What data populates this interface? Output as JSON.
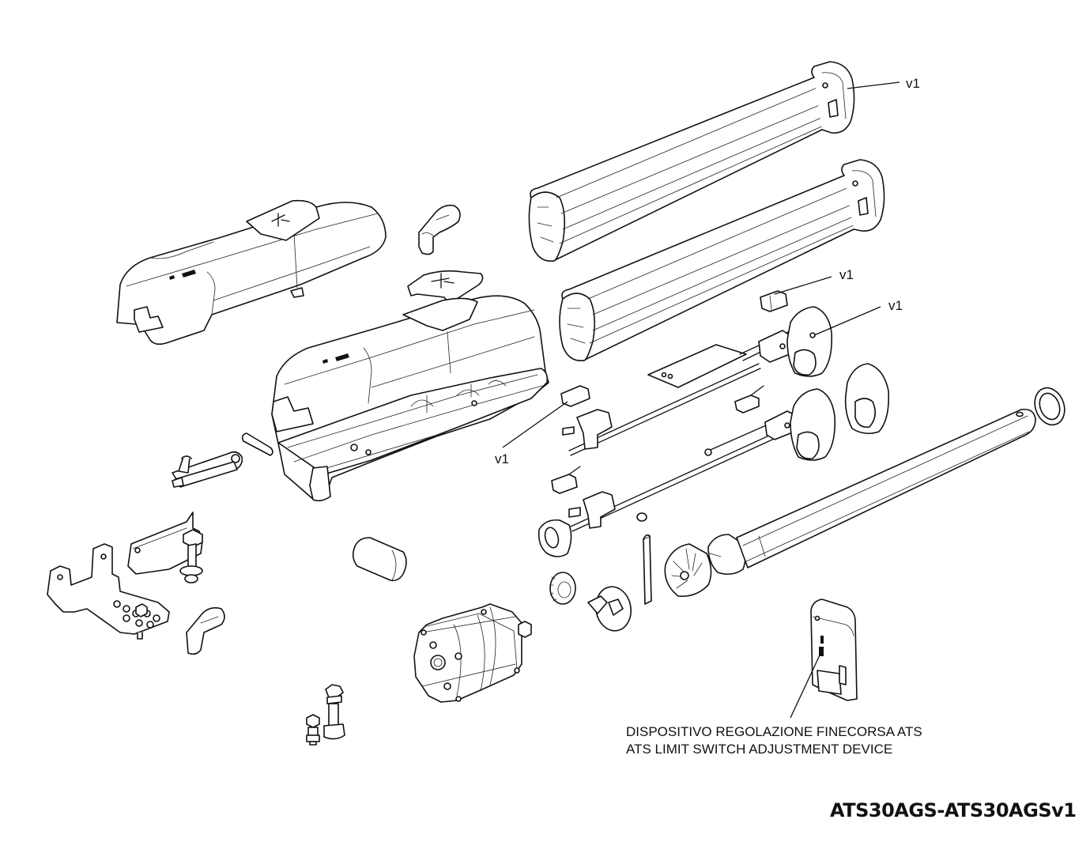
{
  "diagram": {
    "type": "exploded-parts-view",
    "model_code": "ATS30AGS-ATS30AGSv1",
    "device_label": {
      "line1": "DISPOSITIVO REGOLAZIONE FINECORSA ATS",
      "line2": "ATS LIMIT SWITCH ADJUSTMENT DEVICE"
    },
    "version_callouts": [
      {
        "id": "upper-endcap",
        "text": "v1"
      },
      {
        "id": "microswitch-upper",
        "text": "v1"
      },
      {
        "id": "endcap-middle",
        "text": "v1"
      },
      {
        "id": "microswitch-left",
        "text": "v1"
      }
    ],
    "parts": [
      "top-cover",
      "release-cover-small",
      "release-key-upper",
      "housing-assembly",
      "outer-tube-upper",
      "outer-tube-lower",
      "end-cap-upper",
      "end-cap-lower",
      "microswitch-a",
      "microswitch-b",
      "microswitch-c",
      "microswitch-d",
      "limit-switch-bracket-a",
      "limit-switch-bracket-b",
      "limit-switch-plate",
      "limit-end-cap-a",
      "limit-end-cap-b",
      "limit-end-cap-c",
      "seal-ring",
      "worm-shaft-tube",
      "bevel-gear",
      "spur-gear",
      "pinion-gear",
      "pin-shaft",
      "o-ring",
      "bushing-ring",
      "capacitor",
      "motor",
      "rear-bracket",
      "front-bracket",
      "fork-link",
      "link-pin",
      "release-key-lower",
      "bolt-large",
      "bolt-small",
      "limit-switch-adjustment-device"
    ]
  }
}
